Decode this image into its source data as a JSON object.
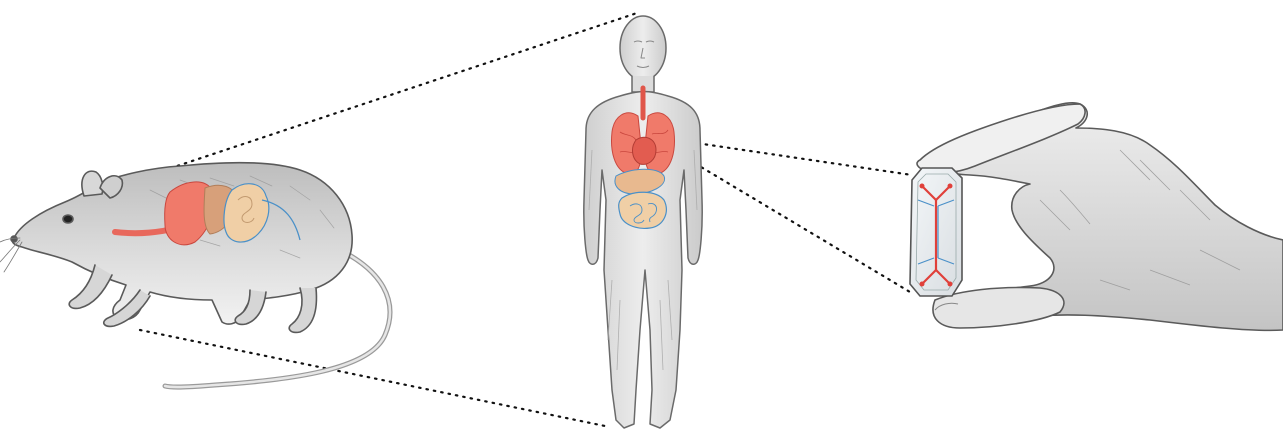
{
  "colors": {
    "sketch": "#5a5a5a",
    "body_fill": "#e4e4e4",
    "body_shade": "#c9c9c9",
    "lung": "#f07a6a",
    "lung_dark": "#d9534a",
    "organ_tan": "#e8b98f",
    "vessel_blue": "#4a90c8",
    "channel_red": "#e0403a",
    "connector": "#111111"
  },
  "icons": {
    "rat": "rat-illustration",
    "human": "human-body-illustration",
    "hand": "hand-holding-chip-illustration",
    "chip": "organ-on-chip-device"
  }
}
